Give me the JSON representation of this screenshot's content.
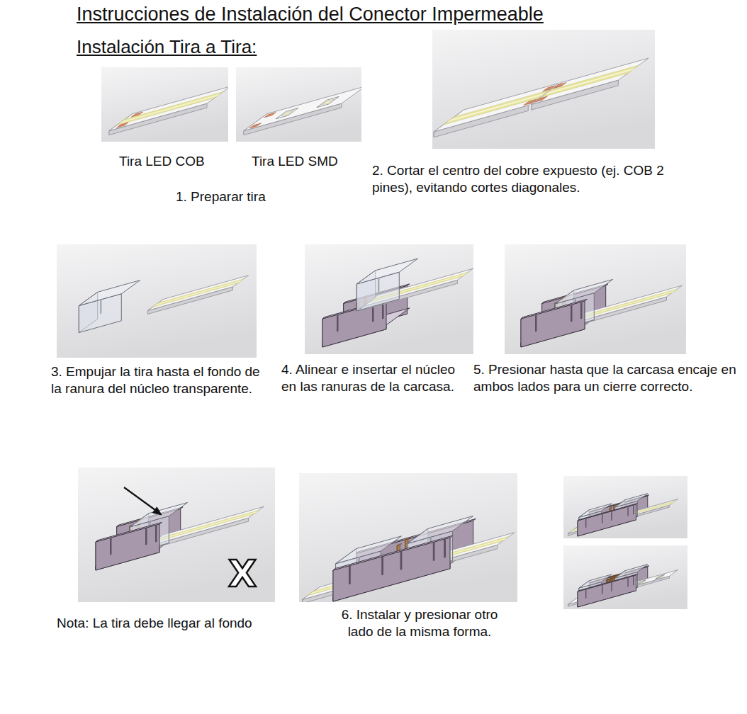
{
  "diagram": {
    "title": "Instrucciones de Instalación del Conector Impermeable",
    "labels": [
      "Instalación Tira a Tira:",
      "Tira LED COB",
      "Tira LED SMD",
      "1. Preparar tira",
      "2. Cortar el centro del cobre expuesto (ej. COB 2 pines), evitando cortes diagonales.",
      "3. Empujar la tira hasta el fondo de la ranura del núcleo transparente.",
      "4. Alinear e insertar el núcleo en las ranuras de la carcasa.",
      "5. Presionar hasta que la carcasa encaje en ambos lados para un cierre correcto.",
      "X",
      "Nota: La tira debe llegar al fondo",
      "6. Instalar y presionar otro lado de la misma forma."
    ]
  }
}
